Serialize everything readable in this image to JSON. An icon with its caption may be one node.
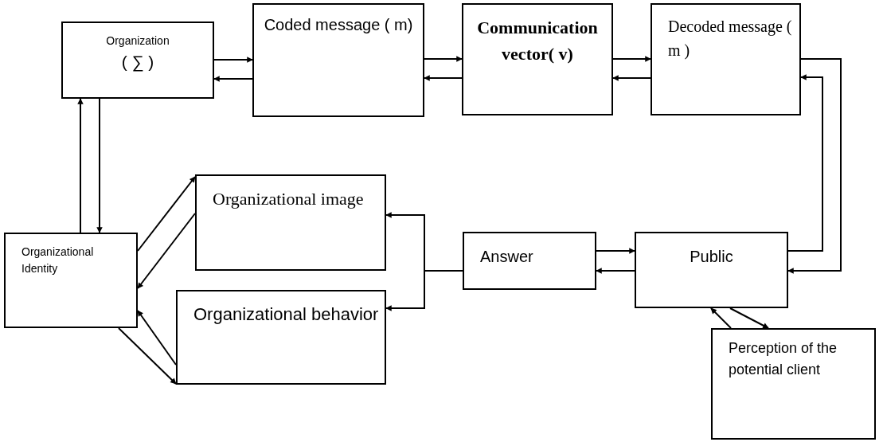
{
  "diagram": {
    "nodes": [
      {
        "text": [
          "Organization",
          "( ∑ )"
        ]
      },
      {
        "text": [
          "Coded message ( m)"
        ]
      },
      {
        "text": [
          "Communication vector( v)"
        ]
      },
      {
        "text": [
          "Decoded message ( m )"
        ]
      },
      {
        "text": [
          "Organizational Identity"
        ]
      },
      {
        "text": [
          "Organizational image"
        ]
      },
      {
        "text": [
          "Organizational behavior"
        ]
      },
      {
        "text": [
          "Answer"
        ]
      },
      {
        "text": [
          "Public"
        ]
      },
      {
        "text": [
          "Perception of the potential client"
        ]
      }
    ],
    "edges": [
      {
        "from": 0,
        "to": 1,
        "arrow": "to"
      },
      {
        "from": 1,
        "to": 0,
        "arrow": "to"
      },
      {
        "from": 1,
        "to": 2,
        "arrow": "to"
      },
      {
        "from": 2,
        "to": 1,
        "arrow": "to"
      },
      {
        "from": 2,
        "to": 3,
        "arrow": "to"
      },
      {
        "from": 3,
        "to": 2,
        "arrow": "to"
      },
      {
        "from": 3,
        "to": 8,
        "arrow": "to"
      },
      {
        "from": 8,
        "to": 3,
        "arrow": "to"
      },
      {
        "from": 7,
        "to": 8,
        "arrow": "to"
      },
      {
        "from": 8,
        "to": 7,
        "arrow": "to"
      },
      {
        "from": 7,
        "to": 5,
        "arrow": "to"
      },
      {
        "from": 7,
        "to": 6,
        "arrow": "to"
      },
      {
        "from": 0,
        "to": 4,
        "arrow": "to"
      },
      {
        "from": 4,
        "to": 0,
        "arrow": "to"
      },
      {
        "from": 4,
        "to": 5,
        "arrow": "to"
      },
      {
        "from": 5,
        "to": 4,
        "arrow": "to"
      },
      {
        "from": 6,
        "to": 4,
        "arrow": "to"
      },
      {
        "from": 4,
        "to": 6,
        "arrow": "to"
      },
      {
        "from": 8,
        "to": 9,
        "arrow": "to"
      },
      {
        "from": 9,
        "to": 8,
        "arrow": "to"
      }
    ]
  }
}
